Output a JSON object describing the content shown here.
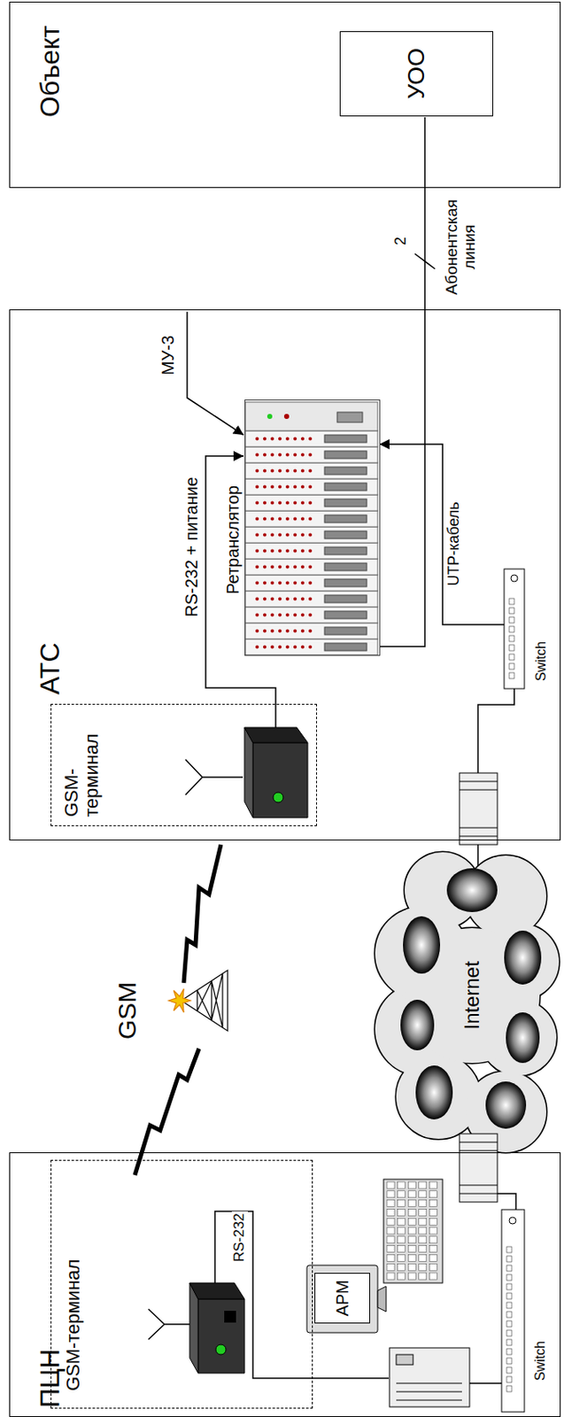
{
  "diagram": {
    "nodes": [
      {
        "text": [
          "ПЦН"
        ]
      },
      {
        "text": [
          "GSM-терминал"
        ],
        "in": 0
      },
      {
        "text": [
          "АРМ"
        ],
        "in": 0
      },
      {
        "text": [
          "Switch"
        ],
        "in": 0
      },
      {
        "text": [
          "АТС"
        ]
      },
      {
        "text": [
          "GSM- терминал"
        ],
        "in": 4
      },
      {
        "text": [
          "Ретранслятор"
        ],
        "in": 4
      },
      {
        "text": [
          "Switch"
        ],
        "in": 4
      },
      {
        "text": [
          "Объект"
        ]
      },
      {
        "text": [
          "УОО"
        ],
        "in": 8
      }
    ],
    "edges": [
      {
        "from": 5,
        "to": 6,
        "arrow": "to",
        "label": "RS-232 + питание"
      },
      {
        "from": 7,
        "to": 6,
        "arrow": "to",
        "label": "UTP-кабель"
      },
      {
        "from": 6,
        "to": 9,
        "arrow": "none",
        "label": "Абонентская линия"
      }
    ],
    "labels": [
      "RS-232",
      "GSM",
      "Internet",
      "МУ-3",
      "2"
    ]
  }
}
